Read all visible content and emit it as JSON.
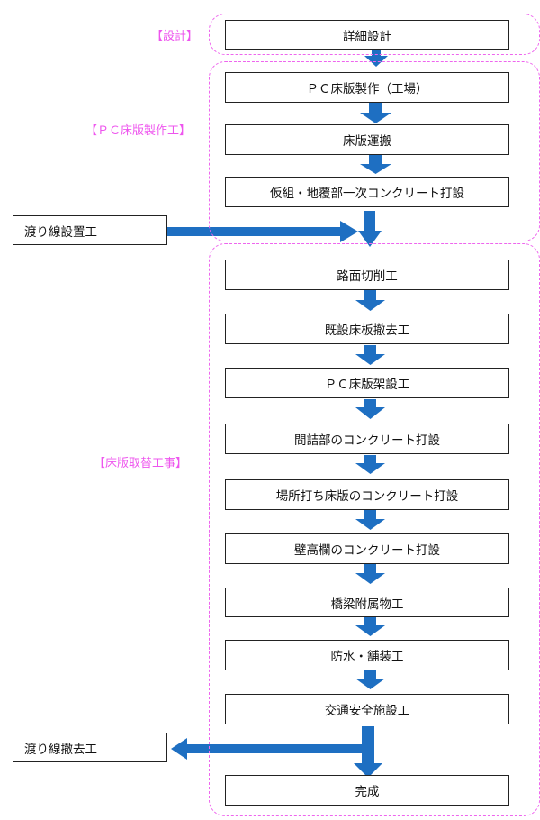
{
  "groups": {
    "design": "【設計】",
    "pc_slab": "【ＰＣ床版製作工】",
    "replacement": "【床版取替工事】"
  },
  "steps": [
    "詳細設計",
    "ＰＣ床版製作（工場）",
    "床版運搬",
    "仮組・地覆部一次コンクリート打設",
    "路面切削工",
    "既設床板撤去工",
    "ＰＣ床版架設工",
    "間詰部のコンクリート打設",
    "場所打ち床版のコンクリート打設",
    "壁高欄のコンクリート打設",
    "橋梁附属物工",
    "防水・舗装工",
    "交通安全施設工",
    "完成"
  ],
  "side_tasks": {
    "install": "渡り線設置工",
    "remove": "渡り線撤去工"
  },
  "colors": {
    "arrow": "#1e6fc2",
    "group_border": "#ee66ee",
    "group_label": "#ee55ee"
  }
}
